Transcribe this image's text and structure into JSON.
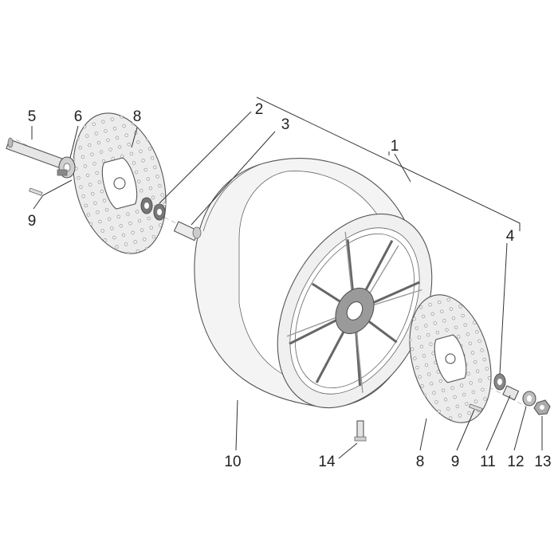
{
  "diagram": {
    "callouts": [
      {
        "id": "c5",
        "label": "5"
      },
      {
        "id": "c6",
        "label": "6"
      },
      {
        "id": "c8a",
        "label": "8"
      },
      {
        "id": "c2",
        "label": "2"
      },
      {
        "id": "c3",
        "label": "3"
      },
      {
        "id": "c1",
        "label": "1"
      },
      {
        "id": "c9a",
        "label": "9"
      },
      {
        "id": "c4",
        "label": "4"
      },
      {
        "id": "c10",
        "label": "10"
      },
      {
        "id": "c14",
        "label": "14"
      },
      {
        "id": "c8b",
        "label": "8"
      },
      {
        "id": "c9b",
        "label": "9"
      },
      {
        "id": "c11",
        "label": "11"
      },
      {
        "id": "c12",
        "label": "12"
      },
      {
        "id": "c13",
        "label": "13"
      }
    ],
    "colors": {
      "line": "#555555",
      "fill_light": "#f3f3f3",
      "fill_part": "#e2e2e2",
      "fill_dark": "#8a8a8a"
    }
  }
}
